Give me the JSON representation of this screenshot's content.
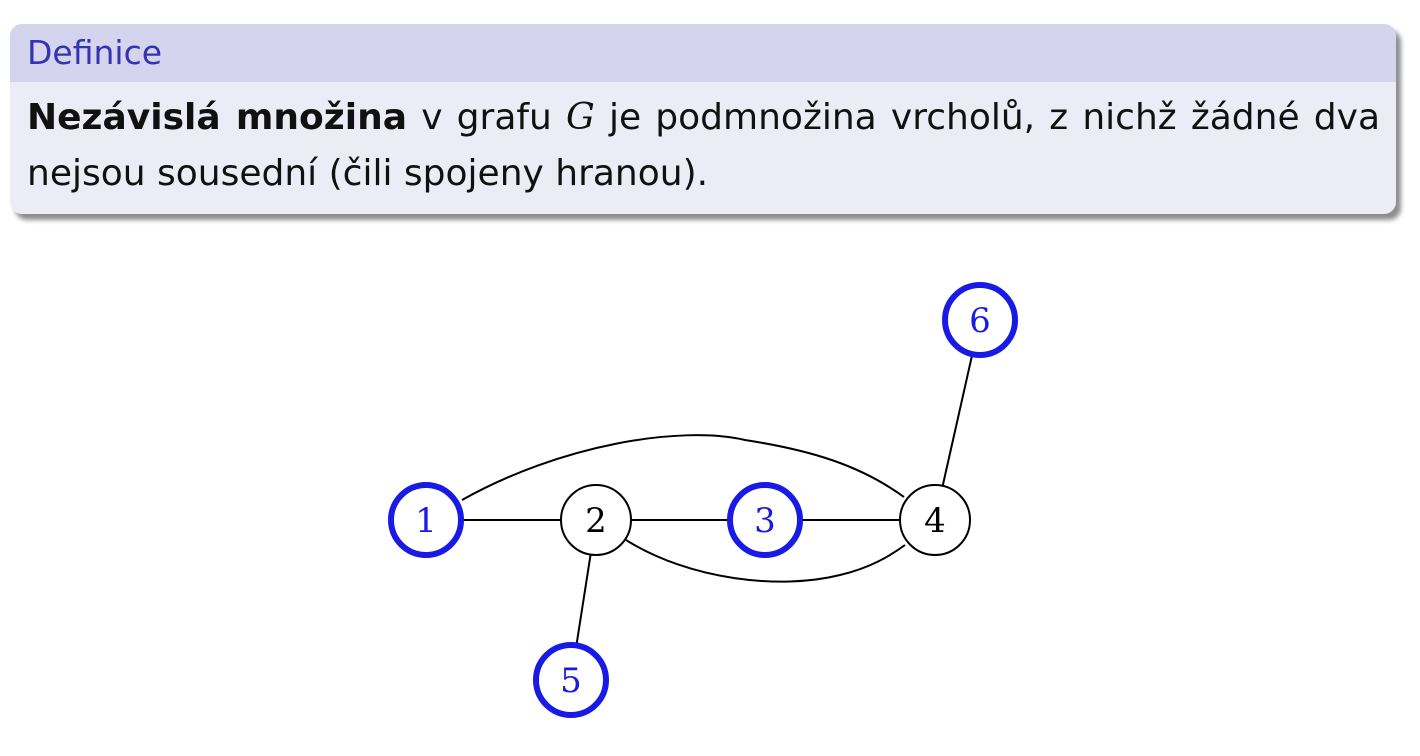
{
  "definition": {
    "title": "Definice",
    "term": "Nezávislá množina",
    "text_before_var": " v grafu ",
    "variable": "G",
    "text_after_var": " je podmnožina vrcholů, z nichž žádné dva nejsou sousední (čili spojeny hranou)."
  },
  "graph": {
    "colors": {
      "highlight": "#1a1ae6",
      "normal": "#000000",
      "edge": "#000000"
    },
    "nodes": [
      {
        "id": "1",
        "label": "1",
        "highlighted": true
      },
      {
        "id": "2",
        "label": "2",
        "highlighted": false
      },
      {
        "id": "3",
        "label": "3",
        "highlighted": true
      },
      {
        "id": "4",
        "label": "4",
        "highlighted": false
      },
      {
        "id": "5",
        "label": "5",
        "highlighted": true
      },
      {
        "id": "6",
        "label": "6",
        "highlighted": true
      }
    ],
    "edges": [
      {
        "from": "1",
        "to": "2",
        "shape": "straight"
      },
      {
        "from": "2",
        "to": "3",
        "shape": "straight"
      },
      {
        "from": "3",
        "to": "4",
        "shape": "straight"
      },
      {
        "from": "2",
        "to": "5",
        "shape": "straight"
      },
      {
        "from": "4",
        "to": "6",
        "shape": "straight"
      },
      {
        "from": "1",
        "to": "4",
        "shape": "arc-above"
      },
      {
        "from": "2",
        "to": "4",
        "shape": "arc-below"
      }
    ]
  }
}
